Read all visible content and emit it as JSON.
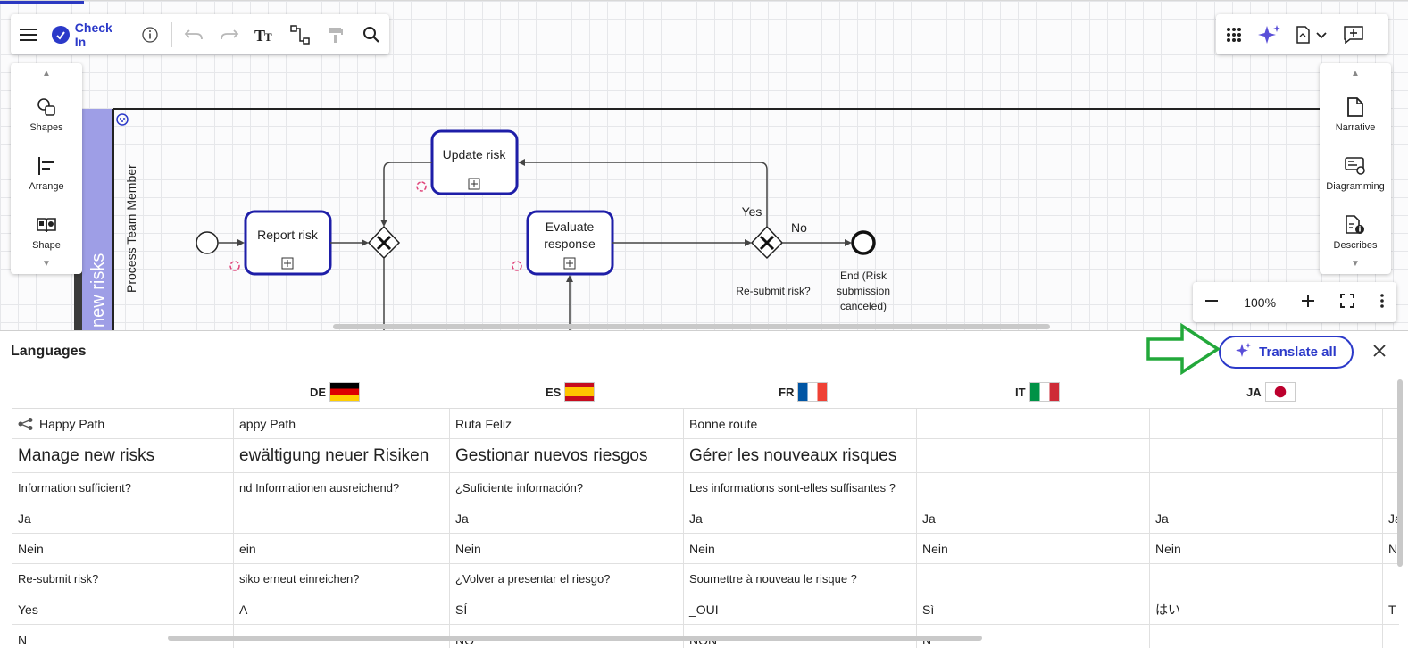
{
  "toolbar": {
    "checkin_label": "Check In"
  },
  "left_panel": {
    "items": [
      {
        "label": "Shapes",
        "icon": "shapes-icon"
      },
      {
        "label": "Arrange",
        "icon": "arrange-icon"
      },
      {
        "label": "Shape",
        "icon": "shape-book-icon"
      }
    ]
  },
  "right_panel": {
    "items": [
      {
        "label": "Narrative",
        "icon": "document-icon"
      },
      {
        "label": "Diagramming",
        "icon": "diagramming-icon"
      },
      {
        "label": "Describes",
        "icon": "describes-icon"
      }
    ]
  },
  "zoom": {
    "level": "100%"
  },
  "diagram": {
    "pool_label": "new risks",
    "lane_label": "Process Team Member",
    "tasks": {
      "report": "Report risk",
      "update": "Update risk",
      "evaluate_line1": "Evaluate",
      "evaluate_line2": "response"
    },
    "gateway_yes": "Yes",
    "gateway_no": "No",
    "gateway_label": "Re-submit risk?",
    "end_line1": "End (Risk",
    "end_line2": "submission",
    "end_line3": "canceled)"
  },
  "languages": {
    "title": "Languages",
    "translate_all": "Translate all",
    "columns": [
      {
        "code": "DE",
        "flag": "de"
      },
      {
        "code": "ES",
        "flag": "es"
      },
      {
        "code": "FR",
        "flag": "fr"
      },
      {
        "code": "IT",
        "flag": "it"
      },
      {
        "code": "JA",
        "flag": "ja"
      }
    ],
    "rows": [
      {
        "cells": [
          "Happy Path",
          "appy Path",
          "Ruta Feliz",
          "Bonne route",
          "",
          "",
          ""
        ],
        "size": "md",
        "icon": true
      },
      {
        "cells": [
          "Manage new risks",
          "ewältigung neuer Risiken",
          "Gestionar nuevos riesgos",
          "Gérer les nouveaux risques",
          "",
          "",
          ""
        ],
        "size": "lg"
      },
      {
        "cells": [
          "Information sufficient?",
          "nd Informationen ausreichend?",
          "¿Suficiente información?",
          "Les informations sont-elles suffisantes ?",
          "",
          "",
          ""
        ],
        "size": "sm"
      },
      {
        "cells": [
          "Ja",
          "",
          "Ja",
          "Ja",
          "Ja",
          "Ja",
          "Ja"
        ],
        "size": "md"
      },
      {
        "cells": [
          "Nein",
          "ein",
          "Nein",
          "Nein",
          "Nein",
          "Nein",
          "N"
        ],
        "size": "md"
      },
      {
        "cells": [
          "Re-submit risk?",
          "siko erneut einreichen?",
          "¿Volver a presentar el riesgo?",
          "Soumettre à nouveau le risque ?",
          "",
          "",
          ""
        ],
        "size": "sm"
      },
      {
        "cells": [
          "Yes",
          "A",
          "SÍ",
          "_OUI",
          "Sì",
          "はい",
          "T"
        ],
        "size": "md"
      },
      {
        "cells": [
          "N",
          "",
          "NO",
          "NON",
          "N",
          "",
          ""
        ],
        "size": "md"
      }
    ]
  }
}
